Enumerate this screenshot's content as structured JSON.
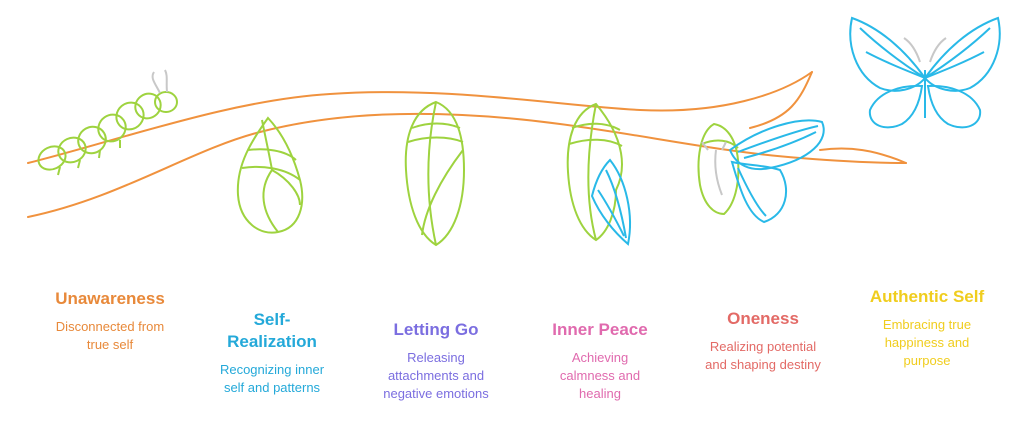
{
  "colors": {
    "branch": "#f0923e",
    "chrysalis": "#9ed33f",
    "wing": "#29b9e8",
    "antenna": "#c8c8c8"
  },
  "icons": [
    "caterpillar-icon",
    "pupa-icon",
    "cocoon-icon",
    "emerging-cocoon-icon",
    "opening-cocoon-icon",
    "butterfly-icon"
  ],
  "stages": [
    {
      "title": "Unawareness",
      "description": "Disconnected from true self",
      "color": "#e8893a"
    },
    {
      "title": "Self-Realization",
      "description": "Recognizing inner self and patterns",
      "color": "#24a9d9"
    },
    {
      "title": "Letting Go",
      "description": "Releasing attachments and negative emotions",
      "color": "#7b6ee0"
    },
    {
      "title": "Inner Peace",
      "description": "Achieving calmness and healing",
      "color": "#e06aae"
    },
    {
      "title": "Oneness",
      "description": "Realizing potential and shaping destiny",
      "color": "#e36a66"
    },
    {
      "title": "Authentic Self",
      "description": "Embracing true happiness and purpose",
      "color": "#f0cd1e"
    }
  ]
}
